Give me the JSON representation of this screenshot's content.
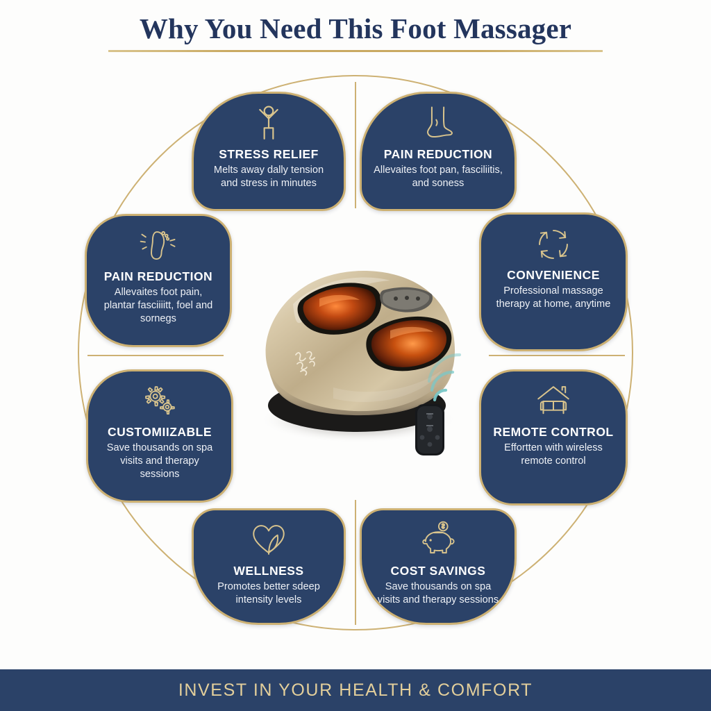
{
  "header": {
    "title": "Why You Need This Foot Massager"
  },
  "colors": {
    "navy": "#2b4268",
    "gold": "#c9a961",
    "gold_border": "#cdb173",
    "banner_text": "#e3cf9b",
    "background": "#fdfdfc",
    "card_text": "#ffffff"
  },
  "cards": [
    {
      "id": "stress-relief",
      "icon": "person-arms-up-icon",
      "title": "STRESS RELIEF",
      "desc": "Melts away dally tension and stress in minutes"
    },
    {
      "id": "pain-reduction-top",
      "icon": "foot-side-icon",
      "title": "PAIN REDUCTION",
      "desc": "Allevaites foot pan, fasciliitis, and soness"
    },
    {
      "id": "pain-reduction-left",
      "icon": "footprint-radiating-icon",
      "title": "PAIN REDUCTION",
      "desc": "Allevaites foot pain, plantar fasciiiitt, foel and sornegs"
    },
    {
      "id": "convenience",
      "icon": "circular-arrows-icon",
      "title": "CONVENIENCE",
      "desc": "Professional massage therapy at home, anytime"
    },
    {
      "id": "customizable",
      "icon": "gears-icon",
      "title": "CUSTOMIIZABLE",
      "desc": "Save thousands on spa visits and therapy sessions"
    },
    {
      "id": "remote-control",
      "icon": "house-sofa-icon",
      "title": "REMOTE CONTROL",
      "desc": "Effortten with wireless remote control"
    },
    {
      "id": "wellness",
      "icon": "heart-leaf-icon",
      "title": "WELLNESS",
      "desc": "Promotes better sdeep intensity levels"
    },
    {
      "id": "cost-savings",
      "icon": "piggy-bank-icon",
      "title": "COST SAVINGS",
      "desc": "Save thousands on spa visits and therapy sessions"
    }
  ],
  "product": {
    "name": "foot-massager-product-photo",
    "body_color": "#c9b89a",
    "cavity_color": "#1c1a18",
    "glow_color": "#b33c10",
    "remote_color": "#16181b",
    "signal_color": "#79c8c8"
  },
  "banner": {
    "text": "INVEST IN YOUR HEALTH & COMFORT"
  }
}
